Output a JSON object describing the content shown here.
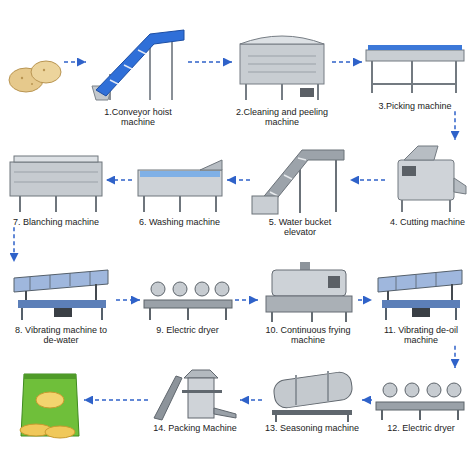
{
  "diagram": {
    "nodes": [
      {
        "text": [
          "1.Conveyor hoist machine"
        ]
      },
      {
        "text": [
          "2.Cleaning and peeling machine"
        ]
      },
      {
        "text": [
          "3.Picking machine"
        ]
      },
      {
        "text": [
          "4. Cutting machine"
        ]
      },
      {
        "text": [
          "5. Water bucket elevator"
        ]
      },
      {
        "text": [
          "6. Washing machine"
        ]
      },
      {
        "text": [
          "7. Blanching machine"
        ]
      },
      {
        "text": [
          "8. Vibrating machine to de-water"
        ]
      },
      {
        "text": [
          "9. Electric dryer"
        ]
      },
      {
        "text": [
          "10. Continuous frying machine"
        ]
      },
      {
        "text": [
          "11. Vibrating de-oil machine"
        ]
      },
      {
        "text": [
          "12. Electric dryer"
        ]
      },
      {
        "text": [
          "13. Seasoning machine"
        ]
      },
      {
        "text": [
          "14. Packing Machine"
        ]
      }
    ],
    "edges": [
      {
        "from": 0,
        "to": 1,
        "arrow": "to"
      },
      {
        "from": 1,
        "to": 2,
        "arrow": "to"
      },
      {
        "from": 2,
        "to": 3,
        "arrow": "to"
      },
      {
        "from": 3,
        "to": 4,
        "arrow": "to"
      },
      {
        "from": 4,
        "to": 5,
        "arrow": "to"
      },
      {
        "from": 5,
        "to": 6,
        "arrow": "to"
      },
      {
        "from": 6,
        "to": 7,
        "arrow": "to"
      },
      {
        "from": 7,
        "to": 8,
        "arrow": "to"
      },
      {
        "from": 8,
        "to": 9,
        "arrow": "to"
      },
      {
        "from": 9,
        "to": 10,
        "arrow": "to"
      },
      {
        "from": 10,
        "to": 11,
        "arrow": "to"
      },
      {
        "from": 11,
        "to": 12,
        "arrow": "to"
      },
      {
        "from": 12,
        "to": 13,
        "arrow": "to"
      }
    ]
  }
}
